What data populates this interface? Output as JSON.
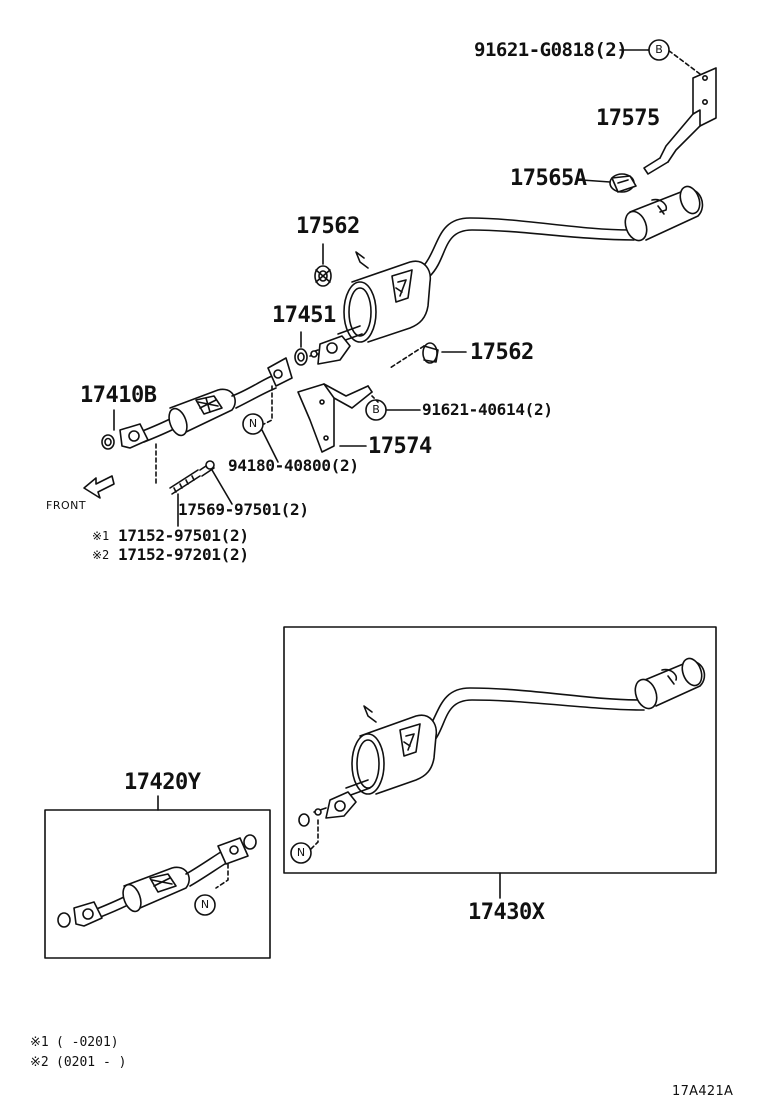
{
  "labels": {
    "bolt_b_top": "91621-G0818(2)",
    "bracket_17575": "17575",
    "cushion_17565a": "17565A",
    "gasket_17562_top": "17562",
    "ring_17451": "17451",
    "gasket_17562_mid": "17562",
    "pipe_17410b": "17410B",
    "bolt_b_mid": "91621-40614(2)",
    "bracket_17574": "17574",
    "nut_94180": "94180-40800(2)",
    "spring_17569": "17569-97501(2)",
    "stud_1": "17152-97501(2)",
    "stud_2": "17152-97201(2)",
    "assy_17420y": "17420Y",
    "assy_17430x": "17430X"
  },
  "marks": {
    "ref1": "※1",
    "ref2": "※2",
    "b": "B",
    "n": "N"
  },
  "front_label": "FRONT",
  "notes": {
    "n1_mark": "※1",
    "n1_text": "(      -0201)",
    "n2_mark": "※2",
    "n2_text": "(0201 -      )"
  },
  "figure_code": "17A421A"
}
